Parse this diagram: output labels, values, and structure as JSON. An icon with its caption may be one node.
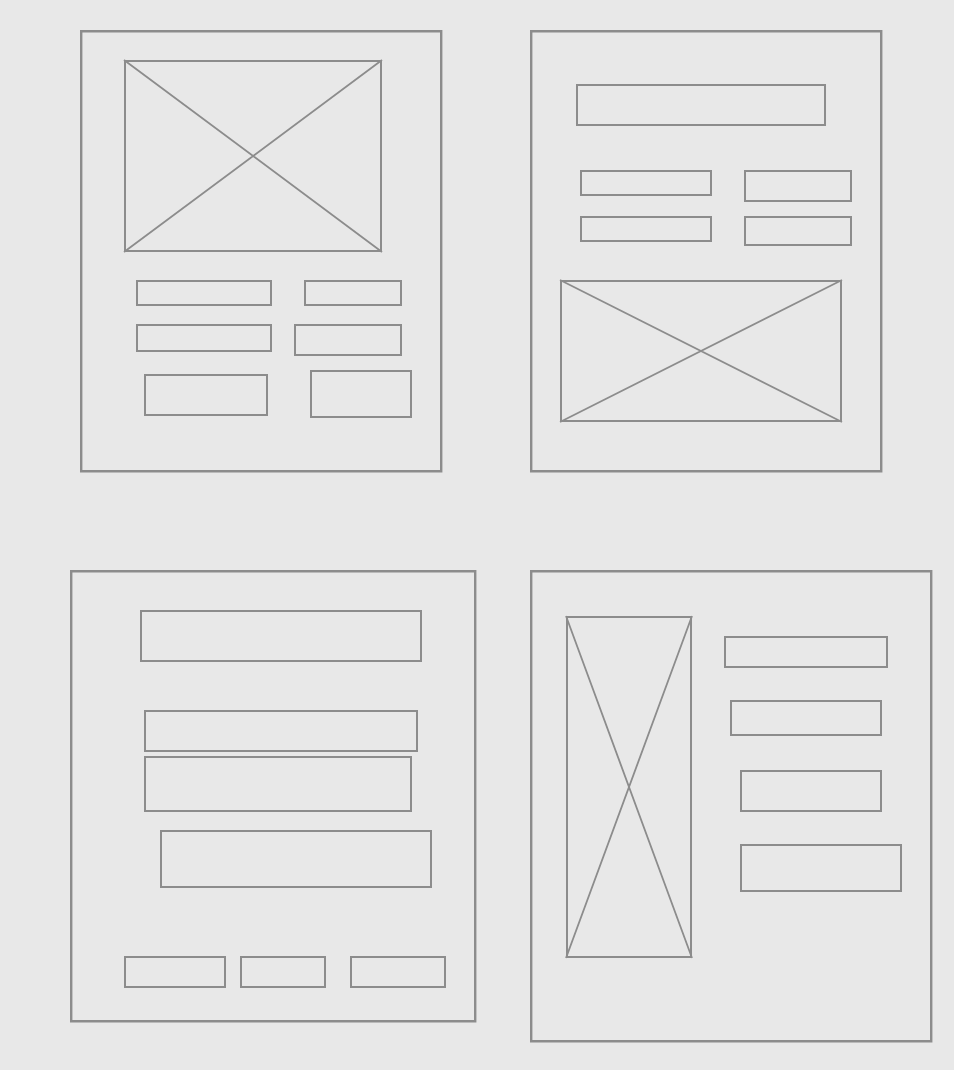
{
  "diagram": {
    "nodes": [
      {
        "text": [],
        "shape": "box"
      },
      {
        "text": [],
        "shape": "box",
        "in": 0
      },
      {
        "text": [],
        "shape": "box",
        "in": 0
      },
      {
        "text": [],
        "shape": "box",
        "in": 0
      },
      {
        "text": [],
        "shape": "box",
        "in": 0
      },
      {
        "text": [],
        "shape": "box",
        "in": 0
      },
      {
        "text": [],
        "shape": "box",
        "in": 0
      },
      {
        "text": [],
        "shape": "box",
        "in": 0
      },
      {
        "text": [],
        "shape": "box"
      },
      {
        "text": [],
        "shape": "box",
        "in": 8
      },
      {
        "text": [],
        "shape": "box",
        "in": 8
      },
      {
        "text": [],
        "shape": "box",
        "in": 8
      },
      {
        "text": [],
        "shape": "box",
        "in": 8
      },
      {
        "text": [],
        "shape": "box",
        "in": 8
      },
      {
        "text": [],
        "shape": "box",
        "in": 8
      },
      {
        "text": [],
        "shape": "box"
      },
      {
        "text": [],
        "shape": "box",
        "in": 15
      },
      {
        "text": [],
        "shape": "box",
        "in": 15
      },
      {
        "text": [],
        "shape": "box",
        "in": 15
      },
      {
        "text": [],
        "shape": "box",
        "in": 15
      },
      {
        "text": [],
        "shape": "box",
        "in": 15
      },
      {
        "text": [],
        "shape": "box",
        "in": 15
      },
      {
        "text": [],
        "shape": "box",
        "in": 15
      },
      {
        "text": [],
        "shape": "box"
      },
      {
        "text": [],
        "shape": "box",
        "in": 23
      },
      {
        "text": [],
        "shape": "box",
        "in": 23
      },
      {
        "text": [],
        "shape": "box",
        "in": 23
      },
      {
        "text": [],
        "shape": "box",
        "in": 23
      },
      {
        "text": [],
        "shape": "box",
        "in": 23
      }
    ]
  }
}
